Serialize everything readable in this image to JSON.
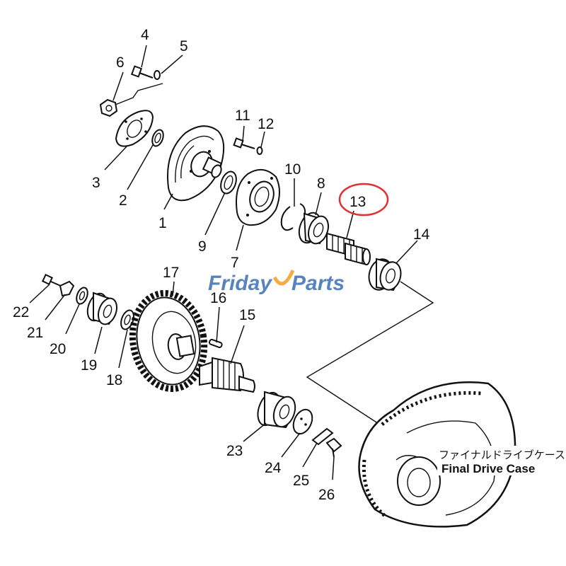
{
  "part_labels": [
    "1",
    "2",
    "3",
    "4",
    "5",
    "6",
    "7",
    "8",
    "9",
    "10",
    "11",
    "12",
    "13",
    "14",
    "15",
    "16",
    "17",
    "18",
    "19",
    "20",
    "21",
    "22",
    "23",
    "24",
    "25",
    "26"
  ],
  "highlighted_part": "13",
  "highlight_color": "#e03030",
  "case_label_jp": "ファイナルドライブケース",
  "case_label_en": "Final Drive Case",
  "watermark": {
    "text_part1": "Friday",
    "text_part2": "Parts",
    "color_blue": "#3a6fb5",
    "color_orange": "#f0a020"
  }
}
